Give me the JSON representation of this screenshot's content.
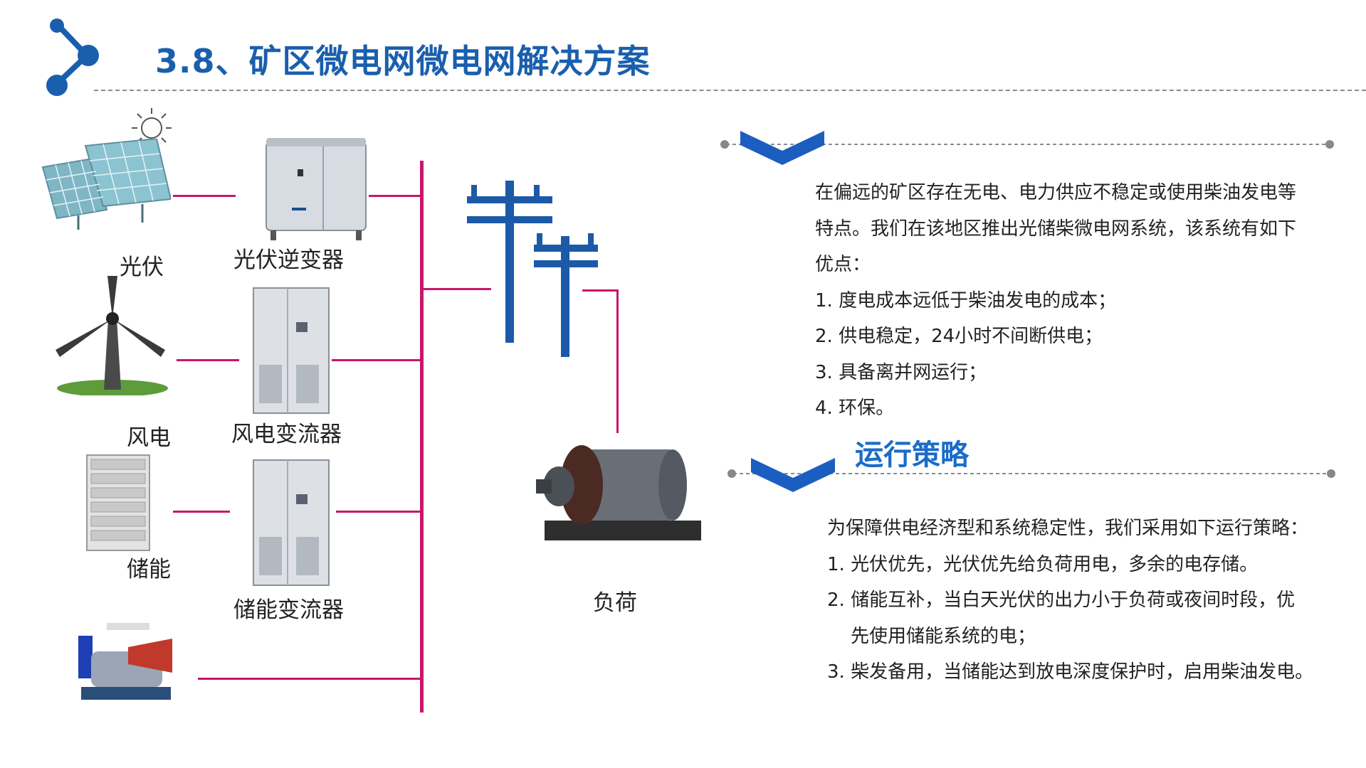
{
  "header": {
    "title": "3.8、矿区微电网微电网解决方案"
  },
  "diagram": {
    "sources": {
      "pv": "光伏",
      "pv_inverter": "光伏逆变器",
      "wind": "风电",
      "wind_converter": "风电变流器",
      "storage": "储能",
      "storage_converter": "储能变流器"
    },
    "load": "负荷"
  },
  "intro": {
    "lines": [
      "在偏远的矿区存在无电、电力供应不稳定或使用柴油发电等",
      "特点。我们在该地区推出光储柴微电网系统，该系统有如下",
      "优点：",
      "1. 度电成本远低于柴油发电的成本；",
      "2. 供电稳定，24小时不间断供电；",
      "3. 具备离并网运行；",
      "4. 环保。"
    ]
  },
  "strategy": {
    "title": "运行策略",
    "lines": [
      "为保障供电经济型和系统稳定性，我们采用如下运行策略：",
      "1. 光伏优先，光伏优先给负荷用电，多余的电存储。",
      "2. 储能互补，当白天光伏的出力小于负荷或夜间时段，优",
      "    先使用储能系统的电；",
      "3. 柴发备用，当储能达到放电深度保护时，启用柴油发电。"
    ]
  },
  "colors": {
    "title_blue": "#1a5fad",
    "bus_magenta": "#c8166b",
    "pole_blue": "#1c5aa8"
  }
}
